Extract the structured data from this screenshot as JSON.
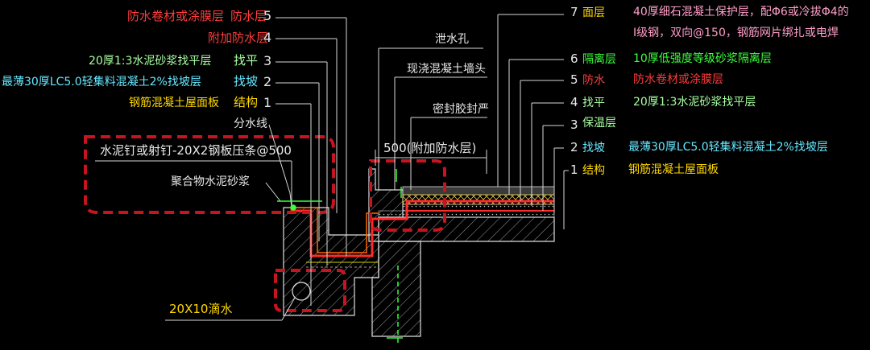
{
  "colors": {
    "background": "#000000",
    "white": "#e8e8e8",
    "yellow": "#ffd800",
    "green": "#3cff3c",
    "light_green": "#a8ffa0",
    "cyan": "#66e6ff",
    "red": "#ff3b3b",
    "pink": "#ff9ec8",
    "magenta": "#ff5fd1",
    "dashed_box": "#c8141e"
  },
  "left_legend": [
    {
      "num": "5",
      "material": "防水卷材或涂膜层",
      "role": "防水层"
    },
    {
      "num": "4",
      "material": "",
      "role": "附加防水层"
    },
    {
      "num": "3",
      "material": "20厚1:3水泥砂浆找平层",
      "role": "找平"
    },
    {
      "num": "2",
      "material": "最薄30厚LC5.0轻集料混凝土2%找坡层",
      "role": "找坡"
    },
    {
      "num": "1",
      "material": "钢筋混凝土屋面板",
      "role": "结构"
    }
  ],
  "right_legend": {
    "layer7": {
      "num": "7",
      "role": "面层",
      "desc_line1": "40厚细石混凝土保护层，配Φ6或冷拔Φ4的",
      "desc_line2": "I级钢，双向@150，钢筋网片绑扎或电焊"
    },
    "layer6": {
      "num": "6",
      "role": "隔离层",
      "desc": "10厚低强度等级砂浆隔离层"
    },
    "layer5": {
      "num": "5",
      "role": "防水",
      "desc": "防水卷材或涂膜层"
    },
    "layer4": {
      "num": "4",
      "role": "找平",
      "desc": "20厚1:3水泥砂浆找平层"
    },
    "layer3": {
      "num": "3",
      "role": "保温层",
      "desc": ""
    },
    "layer2": {
      "num": "2",
      "role": "找坡",
      "desc": "最薄30厚LC5.0轻集料混凝土2%找坡层"
    },
    "layer1": {
      "num": "1",
      "role": "结构",
      "desc": "钢筋混凝土屋面板"
    }
  },
  "annotations": {
    "split_line": "分水线",
    "nail": "水泥钉或射钉-20X2钢板压条@500",
    "mortar": "聚合物水泥砂浆",
    "drain_hole": "泄水孔",
    "cast_head": "现浇混凝土墙头",
    "sealant": "密封胶封严",
    "dim_500": "500(附加防水层)",
    "drip": "20X10滴水"
  }
}
